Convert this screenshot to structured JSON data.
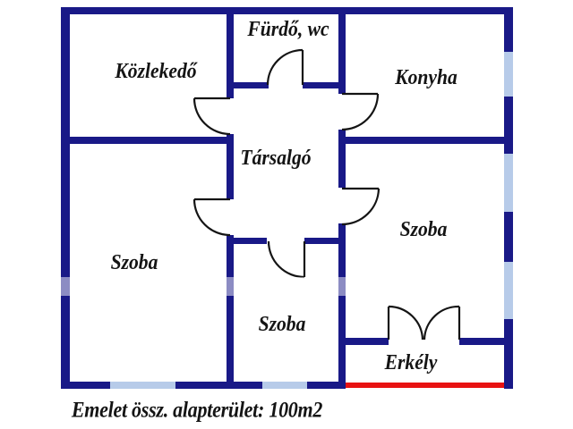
{
  "floor_plan": {
    "rooms": [
      {
        "id": "kozlekedo",
        "label": "Közlekedő"
      },
      {
        "id": "furdo_wc",
        "label": "Fürdő, wc"
      },
      {
        "id": "konyha",
        "label": "Konyha"
      },
      {
        "id": "tarsalgo",
        "label": "Társalgó"
      },
      {
        "id": "szoba_left",
        "label": "Szoba"
      },
      {
        "id": "szoba_right",
        "label": "Szoba"
      },
      {
        "id": "szoba_center",
        "label": "Szoba"
      },
      {
        "id": "erkely",
        "label": "Erkély"
      }
    ],
    "caption": "Emelet össz. alapterület: 100m2",
    "colors": {
      "wall": "#191987",
      "window": "#b7cbe9",
      "balcony": "#e81212",
      "door": "#141414",
      "text": "#141414",
      "bg": "#ffffff"
    }
  }
}
